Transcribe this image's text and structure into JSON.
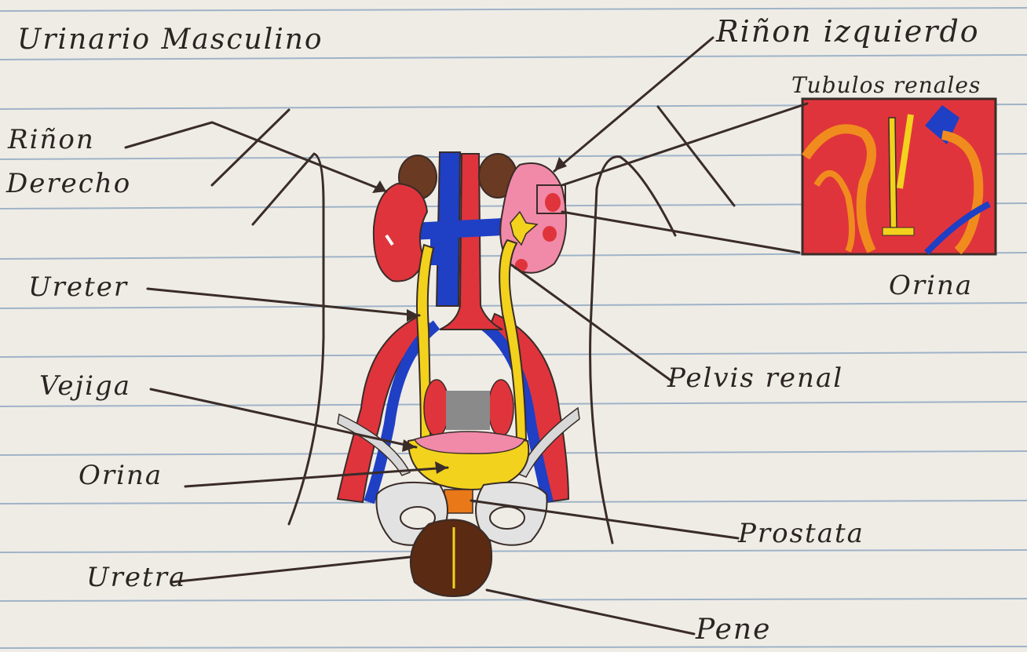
{
  "title": "Urinario Masculino",
  "labels": {
    "rinon_derecho_line1": "Riñon",
    "rinon_derecho_line2": "Derecho",
    "rinon_izquierdo": "Riñon izquierdo",
    "tubulos_renales": "Tubulos renales",
    "orina_inset": "Orina",
    "ureter": "Ureter",
    "pelvis_renal": "Pelvis renal",
    "vejiga": "Vejiga",
    "orina_bladder": "Orina",
    "prostata": "Prostata",
    "uretra": "Uretra",
    "pene": "Pene"
  },
  "colors": {
    "paper": "#efece6",
    "rule_line": "#9fb3c7",
    "ink": "#3a2c28",
    "kidney_red": "#e0343c",
    "vein_blue": "#1f3fc4",
    "ureter_yellow": "#f2d21c",
    "bladder_pink": "#f08aa8",
    "adrenal_brown": "#6b3a22",
    "penis_brown": "#5a2a12",
    "inset_orange": "#f08c1e",
    "prostate_orange": "#e87818",
    "gray": "#8a8a8a"
  }
}
